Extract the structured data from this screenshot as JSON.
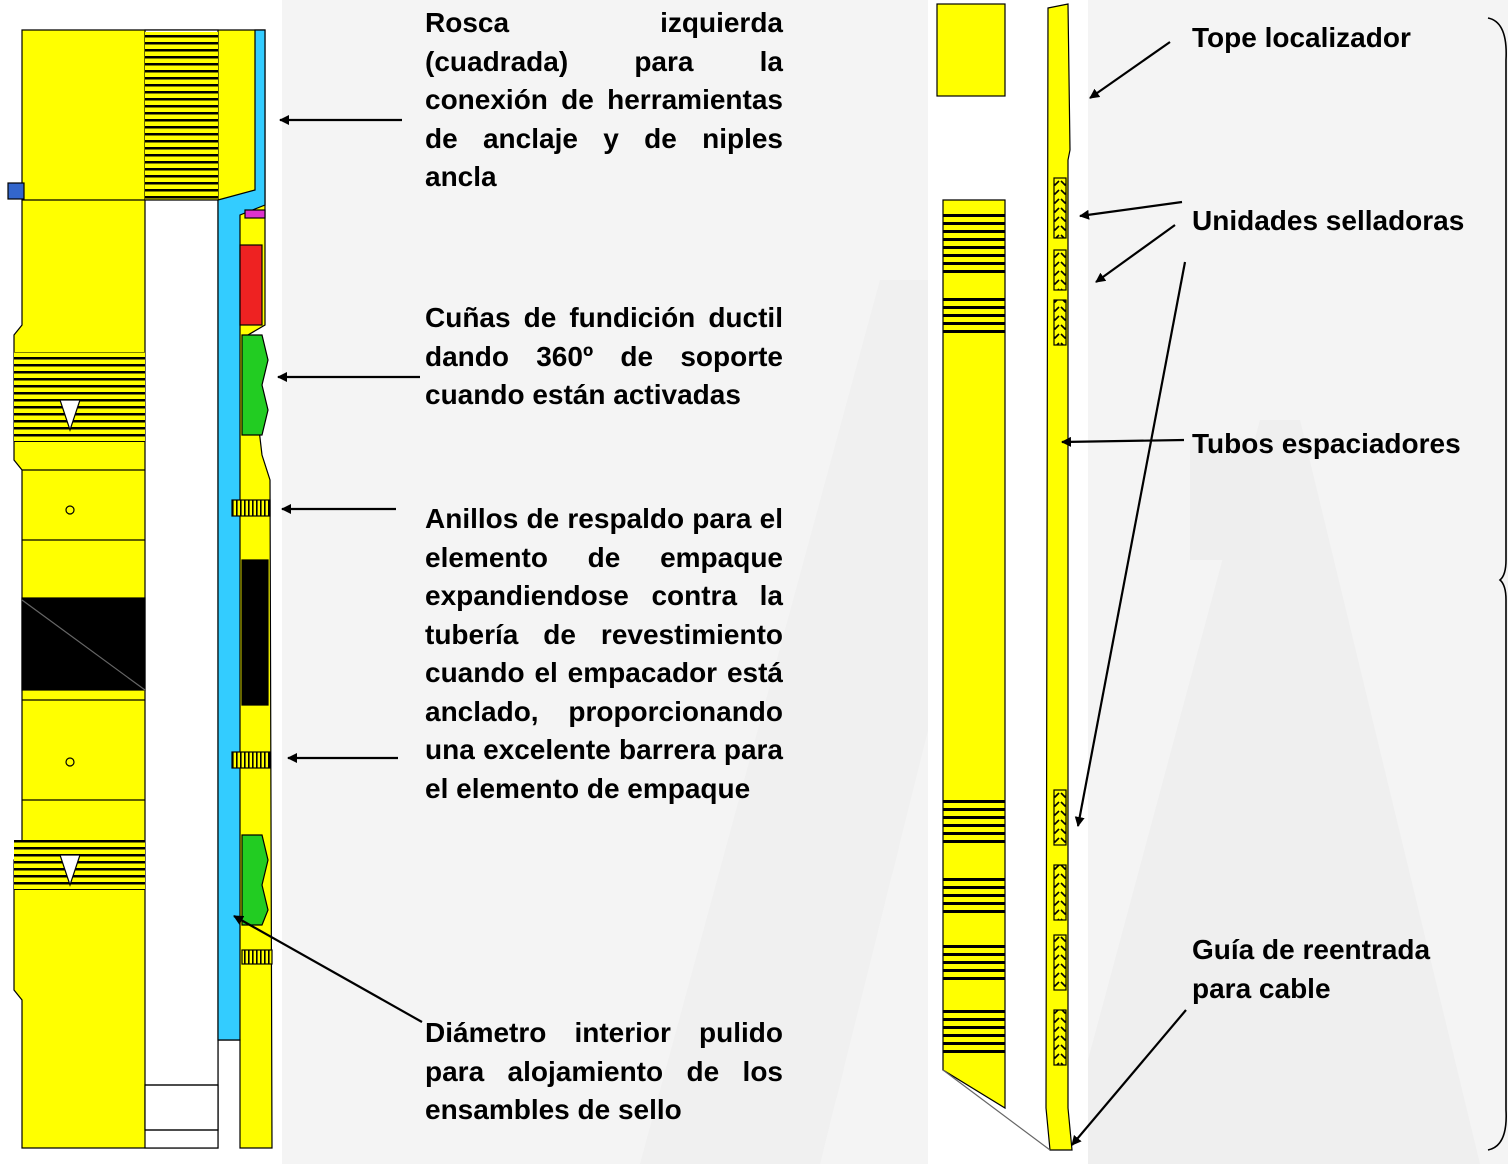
{
  "left_descriptions": [
    "Rosca izquierda (cuadrada) para la conexión de herramientas de anclaje y de niples ancla",
    "Cuñas de fundición ductil dando 360º de soporte cuando están activadas",
    "Anillos de respaldo para el elemento de empaque expandiendose contra la tubería de revestimiento cuando el empacador está anclado, proporcionando una excelente barrera para el elemento de empaque",
    "Diámetro interior pulido para alojamiento de los ensambles de sello"
  ],
  "right_labels": {
    "locator": "Tope localizador",
    "seals": "Unidades selladoras",
    "spacers": "Tubos espaciadores",
    "guide": "Guía de reentrada para cable"
  },
  "colors": {
    "body": "#ffff00",
    "sleeve": "#33ccff",
    "slips": "#22cc22",
    "element": "#000000",
    "threads_red": "#ee2222",
    "pin": "#dd33cc"
  }
}
